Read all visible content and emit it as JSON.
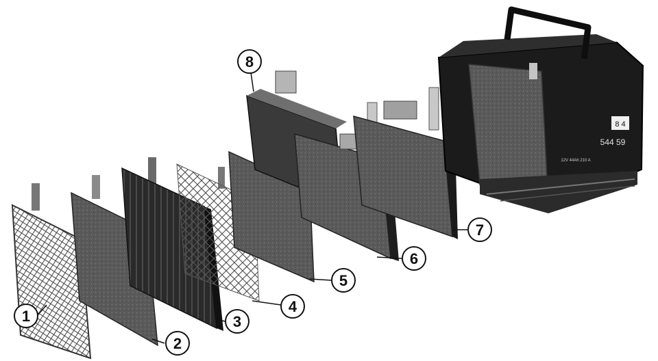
{
  "diagram": {
    "callouts": [
      {
        "id": "1",
        "label": "1"
      },
      {
        "id": "2",
        "label": "2"
      },
      {
        "id": "3",
        "label": "3"
      },
      {
        "id": "4",
        "label": "4"
      },
      {
        "id": "5",
        "label": "5"
      },
      {
        "id": "6",
        "label": "6"
      },
      {
        "id": "7",
        "label": "7"
      },
      {
        "id": "8",
        "label": "8"
      }
    ],
    "battery": {
      "code_top": "8 4",
      "code_main": "544 59",
      "spec_line": "12V 44Ah 210 A"
    }
  }
}
